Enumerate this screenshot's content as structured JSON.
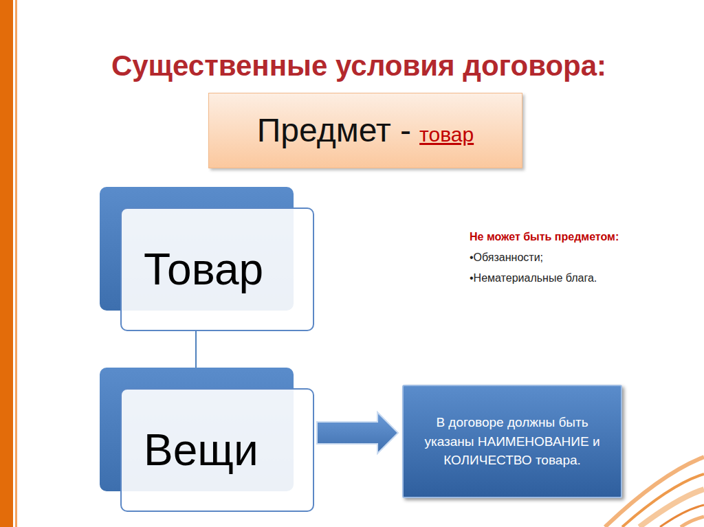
{
  "diagram": {
    "title": "Существенные условия договора:",
    "nodes": [
      {
        "text": [
          "Предмет -",
          "товар"
        ]
      },
      {
        "text": [
          "Товар"
        ]
      },
      {
        "text": [
          "Вещи"
        ]
      },
      {
        "text": [
          "В договоре должны быть указаны НАИМЕНОВАНИЕ и КОЛИЧЕСТВО товара."
        ]
      }
    ],
    "edges": [
      {
        "from": 1,
        "to": 2,
        "arrow": "none"
      },
      {
        "from": 2,
        "to": 3,
        "arrow": "to"
      }
    ],
    "labels": [
      "Не может быть предметом:",
      "•Обязанности;",
      "•Нематериальные блага."
    ]
  }
}
